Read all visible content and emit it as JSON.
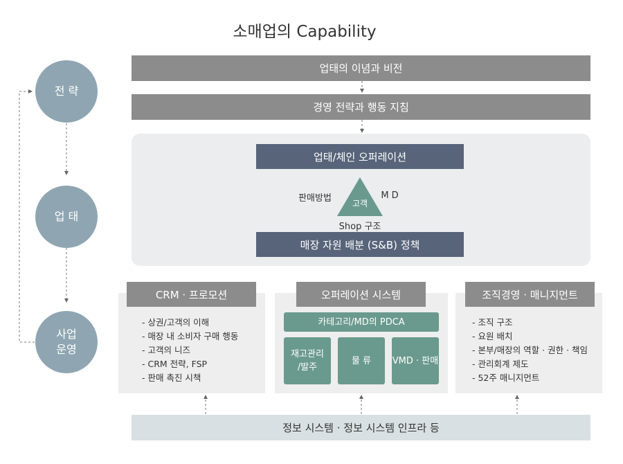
{
  "title": "소매업의 Capability",
  "left": {
    "strategy": "전 략",
    "format": "업 태",
    "operation": "사업\n운영"
  },
  "top_bars": {
    "vision": "업태의 이념과 비전",
    "guideline": "경영 전략과 행동 지침"
  },
  "center": {
    "ops_bar": "업태/체인 오퍼레이션",
    "triangle_label": "고객",
    "left_label": "판매방법",
    "right_label": "M D",
    "bottom_label": "Shop 구조",
    "allocation_bar": "매장 자원 배분 (S&B) 정책"
  },
  "crm": {
    "header": "CRM · 프로모션",
    "items": [
      "- 상권/고객의 이해",
      "-  매장 내 소비자 구매 행동",
      "- 고객의 니즈",
      "- CRM 전략, FSP",
      "- 판매 촉진 시책"
    ]
  },
  "ops_system": {
    "header": "오퍼레이션 시스템",
    "pdca": "카테고리/MD의 PDCA",
    "box1": "재고관리\n/발주",
    "box2": "물 류",
    "box3": "VMD · 판매"
  },
  "org": {
    "header": "조직경영 · 매니지먼트",
    "items": [
      "- 조직 구조",
      "- 요원 배치",
      "- 본부/매장의 역할 · 권한 · 책임",
      "- 관리회계 제도",
      "- 52주 매니지먼트"
    ]
  },
  "infra": "정보 시스템 · 정보 시스템 인프라 등",
  "colors": {
    "circle": "#8fa6b2",
    "gray_bar": "#8c8c8c",
    "navy_bar": "#57647a",
    "teal": "#6a9a8d",
    "triangle": "#6a9a8d",
    "panel": "#ebedef",
    "infra": "#d8e0e3"
  }
}
